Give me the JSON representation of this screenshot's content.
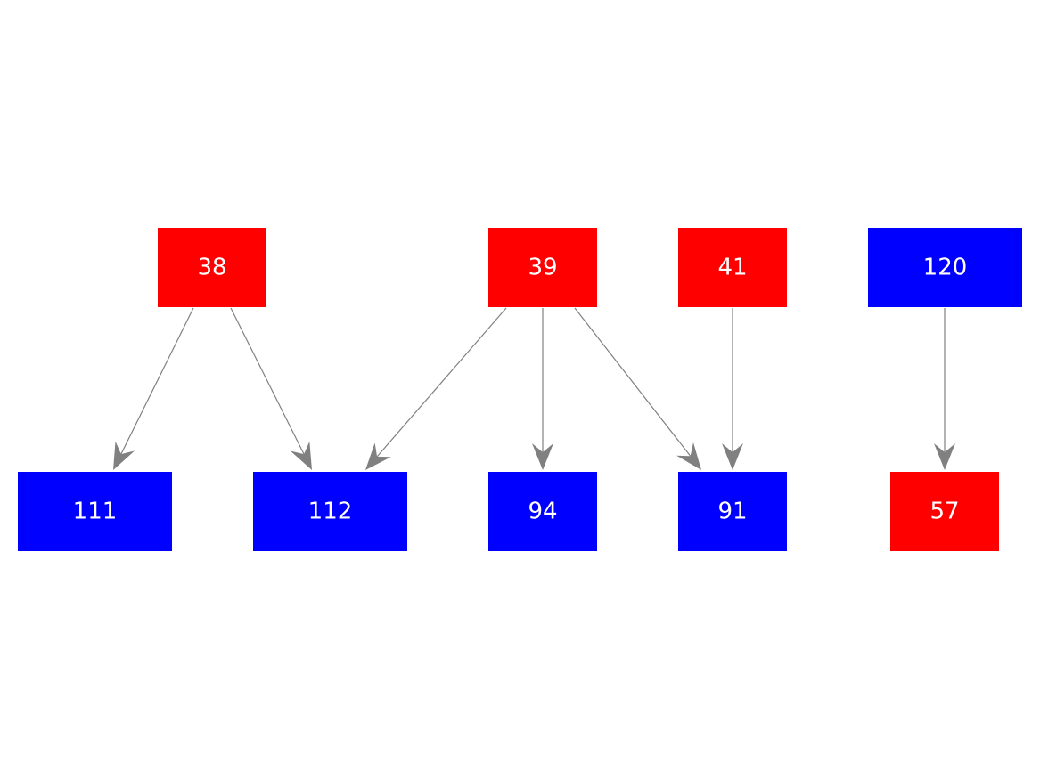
{
  "colors": {
    "red": "#ff0000",
    "blue": "#0000ff",
    "edge": "#808080",
    "label": "#ffffff",
    "background": "#ffffff"
  },
  "nodes": [
    {
      "id": "n38",
      "label": "38",
      "color": "red"
    },
    {
      "id": "n39",
      "label": "39",
      "color": "red"
    },
    {
      "id": "n41",
      "label": "41",
      "color": "red"
    },
    {
      "id": "n120",
      "label": "120",
      "color": "blue"
    },
    {
      "id": "n111",
      "label": "111",
      "color": "blue"
    },
    {
      "id": "n112",
      "label": "112",
      "color": "blue"
    },
    {
      "id": "n94",
      "label": "94",
      "color": "blue"
    },
    {
      "id": "n91",
      "label": "91",
      "color": "blue"
    },
    {
      "id": "n57",
      "label": "57",
      "color": "red"
    }
  ],
  "edges": [
    {
      "from": "n38",
      "to": "n111"
    },
    {
      "from": "n38",
      "to": "n112"
    },
    {
      "from": "n39",
      "to": "n112"
    },
    {
      "from": "n39",
      "to": "n94"
    },
    {
      "from": "n39",
      "to": "n91"
    },
    {
      "from": "n41",
      "to": "n91"
    },
    {
      "from": "n120",
      "to": "n57"
    }
  ]
}
